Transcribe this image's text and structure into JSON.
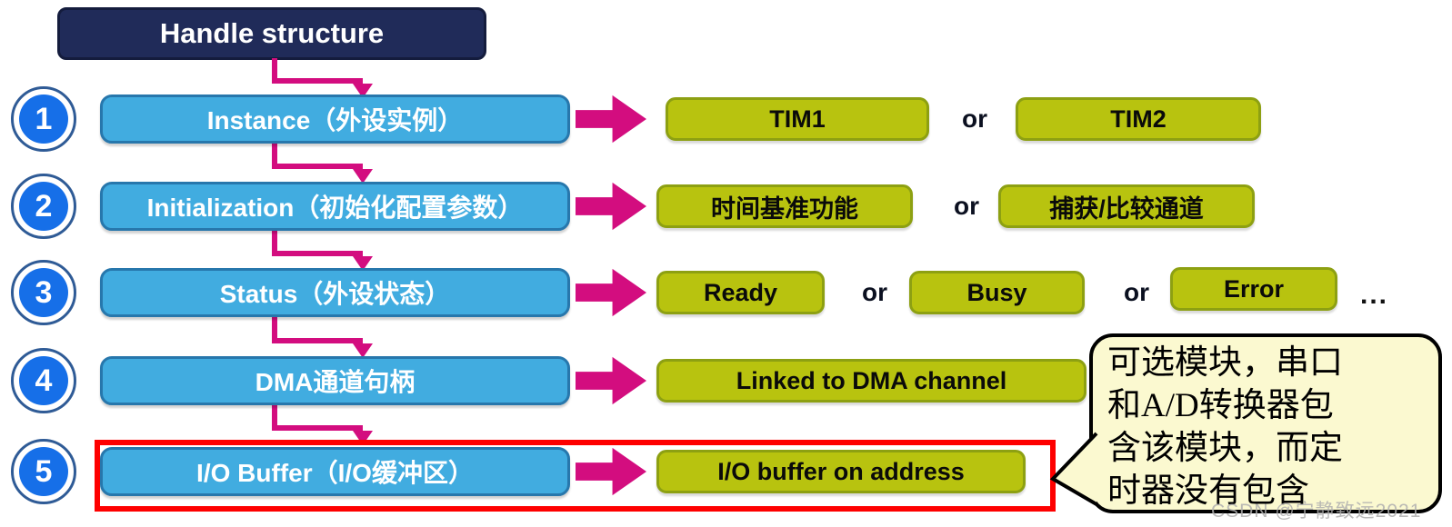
{
  "title": "Handle structure",
  "rows": [
    {
      "num": "1",
      "label": "Instance（外设实例）",
      "green1": "TIM1",
      "or1": "or",
      "green2": "TIM2"
    },
    {
      "num": "2",
      "label": "Initialization（初始化配置参数）",
      "green1": "时间基准功能",
      "or1": "or",
      "green2": "捕获/比较通道"
    },
    {
      "num": "3",
      "label": "Status（外设状态）",
      "green1": "Ready",
      "or1": "or",
      "green2": "Busy",
      "or2": "or",
      "green3": "Error",
      "more": "..."
    },
    {
      "num": "4",
      "label": "DMA通道句柄",
      "green1": "Linked to DMA channel"
    },
    {
      "num": "5",
      "label": "I/O Buffer（I/O缓冲区）",
      "green1": "I/O buffer on address"
    }
  ],
  "callout": {
    "lines": [
      "可选模块，串口",
      "和A/D转换器包",
      "含该模块，而定",
      "时器没有包含"
    ]
  },
  "watermark": "CSDN @宁静致远2021",
  "colors": {
    "title_bg": "#202b59",
    "blue_box": "#41ace0",
    "blue_border": "#2777ac",
    "green_box": "#b8c30f",
    "green_border": "#8da012",
    "magenta": "#d30d7f",
    "circle_blue": "#166fe8",
    "red_frame": "#fe0000",
    "bubble_bg": "#fbf9d0"
  }
}
